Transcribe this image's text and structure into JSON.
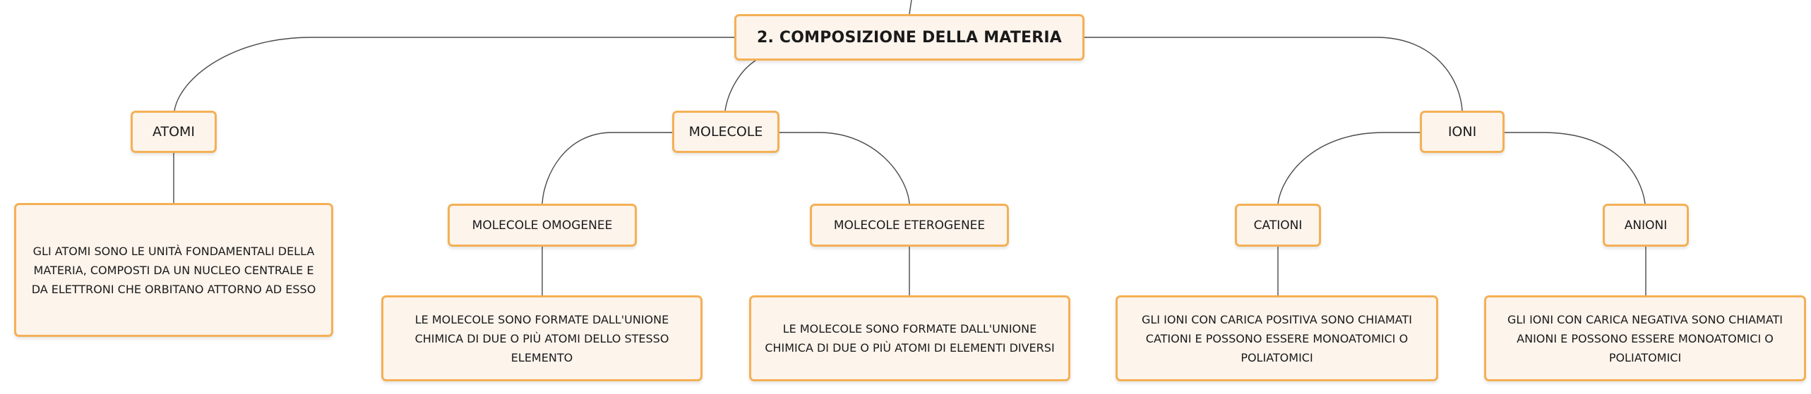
{
  "diagram": {
    "root": {
      "label": "2. COMPOSIZIONE DELLA MATERIA"
    },
    "atomi": {
      "label": "ATOMI",
      "description": "GLI ATOMI SONO LE UNITÀ FONDAMENTALI DELLA MATERIA, COMPOSTI DA UN NUCLEO CENTRALE E DA ELETTRONI CHE ORBITANO ATTORNO AD ESSO"
    },
    "molecole": {
      "label": "MOLECOLE",
      "omogenee": {
        "label": "MOLECOLE OMOGENEE",
        "description": "LE MOLECOLE SONO FORMATE DALL'UNIONE CHIMICA DI DUE O PIÙ ATOMI DELLO STESSO ELEMENTO"
      },
      "eterogenee": {
        "label": "MOLECOLE ETEROGENEE",
        "description": "LE MOLECOLE SONO FORMATE DALL'UNIONE CHIMICA DI DUE O PIÙ ATOMI DI ELEMENTI DIVERSI"
      }
    },
    "ioni": {
      "label": "IONI",
      "cationi": {
        "label": "CATIONI",
        "description": "GLI IONI CON CARICA POSITIVA SONO CHIAMATI CATIONI E POSSONO ESSERE MONOATOMICI O POLIATOMICI"
      },
      "anioni": {
        "label": "ANIONI",
        "description": "GLI IONI CON CARICA NEGATIVA SONO CHIAMATI ANIONI E POSSONO ESSERE MONOATOMICI O POLIATOMICI"
      }
    },
    "colors": {
      "node_fill": "#fdf4ec",
      "node_border": "#f4b055",
      "connector": "#4a4a4a",
      "text": "#1a1a1a"
    }
  }
}
